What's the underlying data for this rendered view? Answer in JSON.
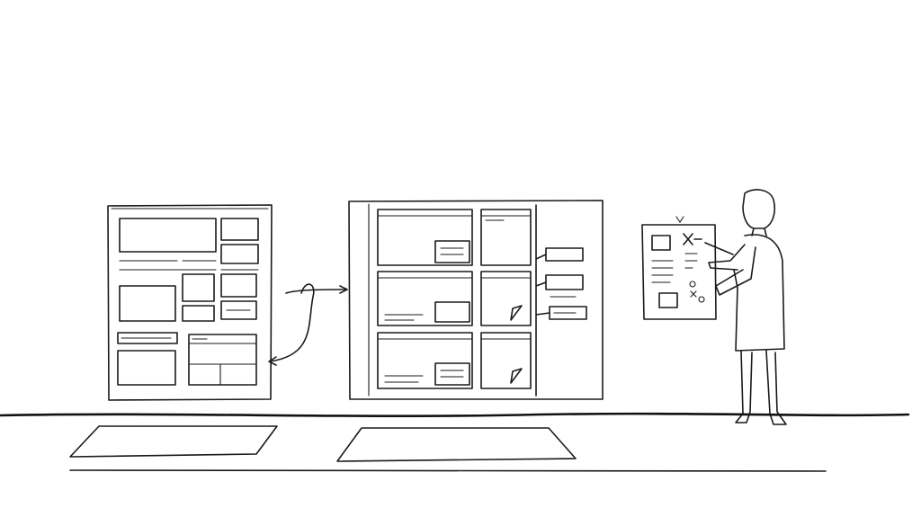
{
  "scene": {
    "background": "#ffffff",
    "ink": "#1a1a1a",
    "panels": [
      "wireframe-board-left",
      "wireframe-board-middle",
      "checklist-sheet"
    ],
    "figure": "person-writing-on-sheet"
  }
}
